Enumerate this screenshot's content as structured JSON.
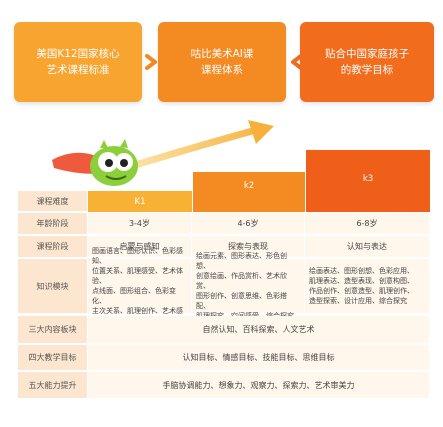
{
  "top_boxes": [
    {
      "text": "美国K12国家核心\n艺术课程标准"
    },
    {
      "text": "咕比美术AI课\n课程体系"
    },
    {
      "text": "贴合中国家庭孩子\n的教学目标"
    }
  ],
  "tiers": {
    "k1": "K1",
    "k2": "k2",
    "k3": "k3"
  },
  "table": {
    "difficulty": {
      "label": "课程难度"
    },
    "age": {
      "label": "年龄阶段",
      "values": [
        "3-4岁",
        "4-6岁",
        "6-8岁"
      ]
    },
    "stage": {
      "label": "课程阶段",
      "values": [
        "启蒙与感知",
        "探索与表现",
        "认知与表达"
      ]
    },
    "knowledge": {
      "label": "知识模块",
      "values": [
        "图画语言、图形认识、色彩感知、\n位置关系、肌理感受、艺术体验、\n点线面、图形组合、色彩变化、\n主次关系、肌理创作、艺术感受",
        "绘画元素、图形表达、形色创想、\n创意绘画、作品赏析、艺术欣赏、\n图形创作、创意思维、色彩搭配、\n肌理探究、空间感受、综合探究",
        "绘画表达、图形创想、色彩应用、\n肌理表达、造型表现、创意构图、\n作品创作、创意造型、肌理创作、\n造型探索、设计应用、综合探究"
      ]
    },
    "content": {
      "label": "三大内容板块",
      "value": "自然认知、百科探索、人文艺术"
    },
    "goals": {
      "label": "四大教学目标",
      "value": "认知目标、情感目标、技能目标、思维目标"
    },
    "abilities": {
      "label": "五大能力提升",
      "value": "手脑协调能力、想象力、观察力、探索力、艺术审美力"
    }
  }
}
